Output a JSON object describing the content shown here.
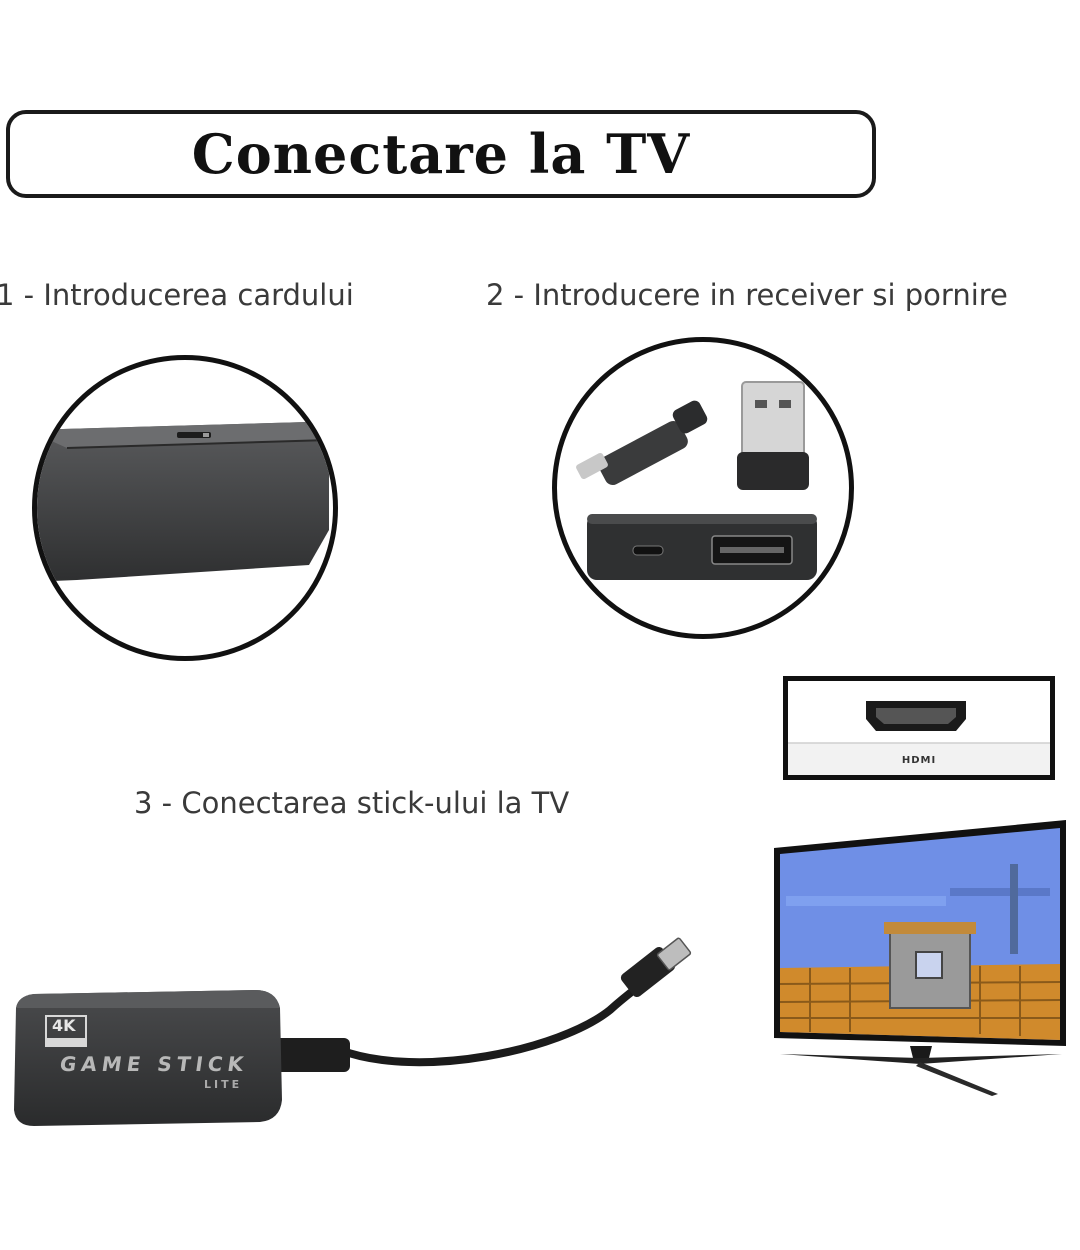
{
  "header": {
    "title": "Conectare la TV"
  },
  "steps": [
    {
      "label": "1 - Introducerea cardului"
    },
    {
      "label": "2 - Introducere in receiver si pornire"
    },
    {
      "label": "3 - Conectarea stick-ului la TV"
    }
  ],
  "hdmi_panel": {
    "label": "HDMI"
  },
  "game_stick": {
    "badge": "4K",
    "brand": "GAME STICK",
    "model": "LITE"
  },
  "icons": [
    "console-card-slot",
    "usb-receiver",
    "micro-usb-cable",
    "hdmi-port",
    "hdmi-cable",
    "television"
  ],
  "colors": {
    "border": "#111111",
    "text": "#3a3a3a",
    "device": "#3a3b3c",
    "tv_sky": "#6f8fe6",
    "tv_bricks": "#d08a2c"
  }
}
